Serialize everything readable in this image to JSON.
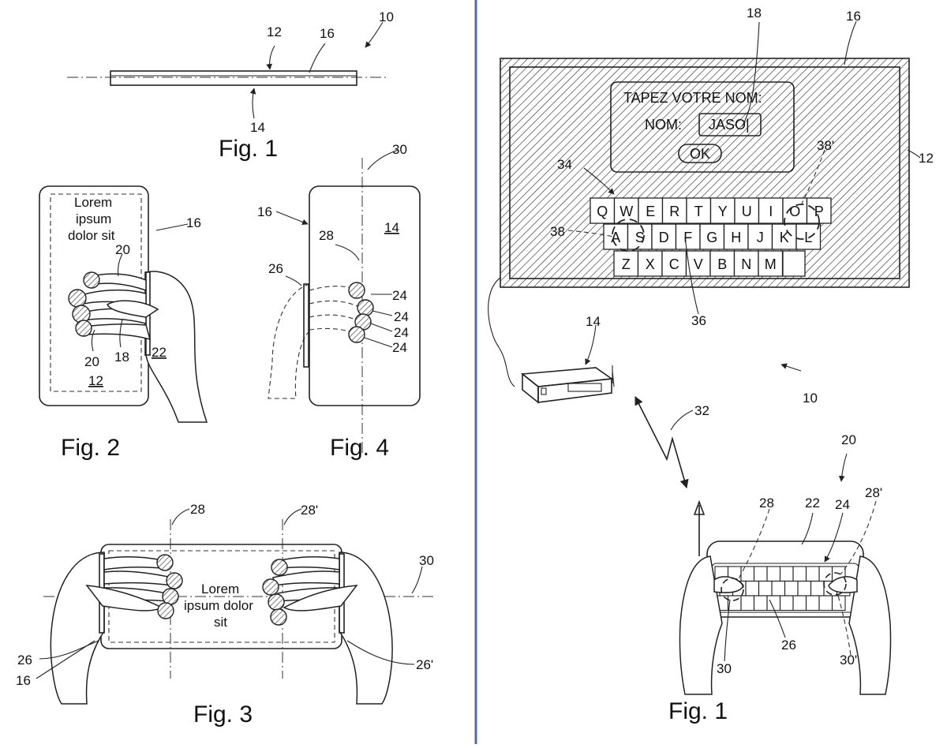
{
  "left_sheet": {
    "fig1": {
      "caption": "Fig. 1",
      "refs": [
        "12",
        "16",
        "10",
        "14"
      ]
    },
    "fig2": {
      "caption": "Fig. 2",
      "screen_text": [
        "Lorem",
        "ipsum",
        "dolor sit"
      ],
      "refs": [
        "16",
        "20",
        "20",
        "18",
        "22",
        "12"
      ]
    },
    "fig4": {
      "caption": "Fig. 4",
      "refs": [
        "30",
        "16",
        "14",
        "28",
        "26",
        "24",
        "24",
        "24",
        "24"
      ]
    },
    "fig3": {
      "caption": "Fig. 3",
      "screen_text": [
        "Lorem",
        "ipsum dolor",
        "sit"
      ],
      "refs": [
        "28",
        "28'",
        "30",
        "26",
        "16",
        "26'"
      ]
    }
  },
  "right_sheet": {
    "caption": "Fig. 1",
    "dialog": {
      "title": "TAPEZ  VOTRE  NOM:",
      "field_label": "NOM:",
      "field_value": "JASO|",
      "ok_label": "OK"
    },
    "keyboard_rows": [
      [
        "Q",
        "W",
        "E",
        "R",
        "T",
        "Y",
        "U",
        "I",
        "O",
        "P"
      ],
      [
        "A",
        "S",
        "D",
        "F",
        "G",
        "H",
        "J",
        "K",
        "L"
      ],
      [
        "Z",
        "X",
        "C",
        "V",
        "B",
        "N",
        "M"
      ]
    ],
    "refs": {
      "r18": "18",
      "r16": "16",
      "r12": "12",
      "r34": "34",
      "r38p": "38'",
      "r38": "38",
      "r36": "36",
      "r14": "14",
      "r10": "10",
      "r32": "32",
      "r20": "20",
      "r28": "28",
      "r22": "22",
      "r24": "24",
      "r28p": "28'",
      "r26": "26",
      "r30": "30",
      "r30p": "30'"
    }
  },
  "colors": {
    "line": "#222222",
    "divider": "#4a6fa5",
    "background": "#ffffff"
  }
}
